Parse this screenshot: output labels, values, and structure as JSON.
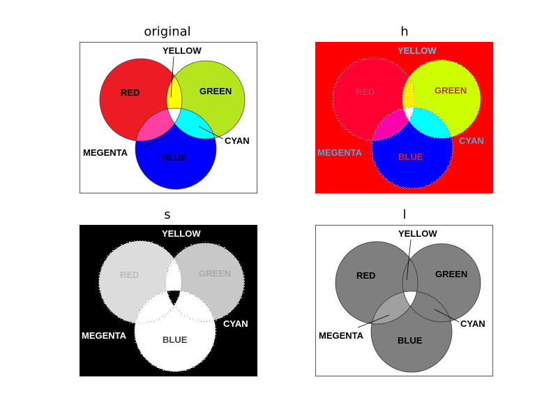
{
  "panels": [
    {
      "title": "original"
    },
    {
      "title": "h"
    },
    {
      "title": "s"
    },
    {
      "title": "l"
    }
  ],
  "labels": {
    "yellow": "YELLOW",
    "red": "RED",
    "green": "GREEN",
    "megenta": "MEGENTA",
    "cyan": "CYAN",
    "blue": "BLUE"
  },
  "colors": {
    "original": {
      "red": "#ed1c24",
      "green": "#b5e61d",
      "blue": "#0000ff",
      "yellow": "#ffff00",
      "magenta": "#ff40a0",
      "cyan": "#00ffff",
      "white": "#ffffff"
    },
    "h": {
      "bg": "#ff0000",
      "red": "#ff0030",
      "green": "#ccff00",
      "blue": "#0000ff",
      "yellow": "#ffee00",
      "magenta": "#ff00aa",
      "cyan": "#00ffff",
      "white": "#ffffff"
    },
    "s": {
      "bg": "#000000",
      "red": "#dcdcdc",
      "green": "#c8c8c8",
      "blue": "#ffffff",
      "white": "#ffffff"
    },
    "l": {
      "bg": "#ffffff",
      "red": "#7f7f7f",
      "green": "#808080",
      "blue": "#7f7f7f",
      "magenta": "#a0a0a0",
      "white": "#ffffff"
    }
  }
}
